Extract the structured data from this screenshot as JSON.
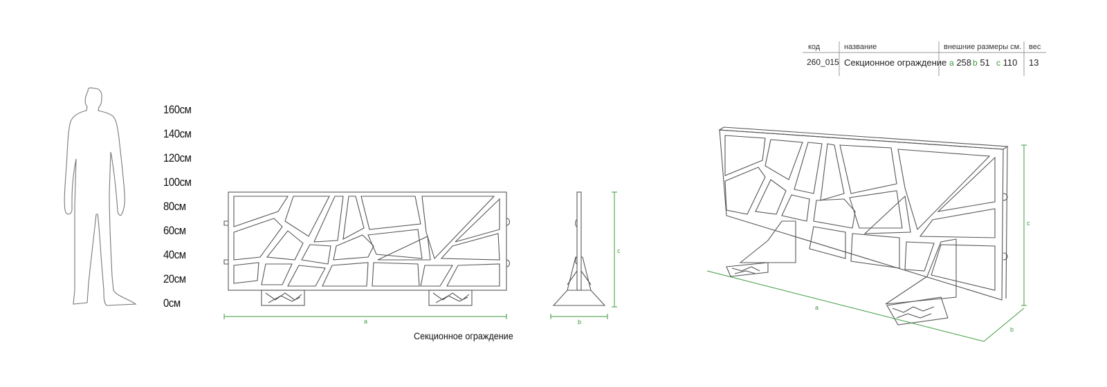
{
  "spec_table": {
    "headers": {
      "code": "код",
      "name": "название",
      "dims": "внешние размеры см.",
      "weight": "вес"
    },
    "row": {
      "code": "260_015",
      "name": "Секционное ограждение",
      "a_label": "a",
      "a_value": "258",
      "b_label": "b",
      "b_value": "51",
      "c_label": "c",
      "c_value": "110",
      "weight": "13"
    }
  },
  "height_scale": [
    "160см",
    "140см",
    "120см",
    "100см",
    "80см",
    "60см",
    "40см",
    "20см",
    "0см"
  ],
  "dimension_labels": {
    "front_a": "a",
    "side_b": "b",
    "side_c": "c",
    "persp_a": "a",
    "persp_b": "b",
    "persp_c": "c"
  },
  "caption": "Секционное ограждение",
  "colors": {
    "dimension_line": "#3a9a3a",
    "outline": "#555555"
  }
}
